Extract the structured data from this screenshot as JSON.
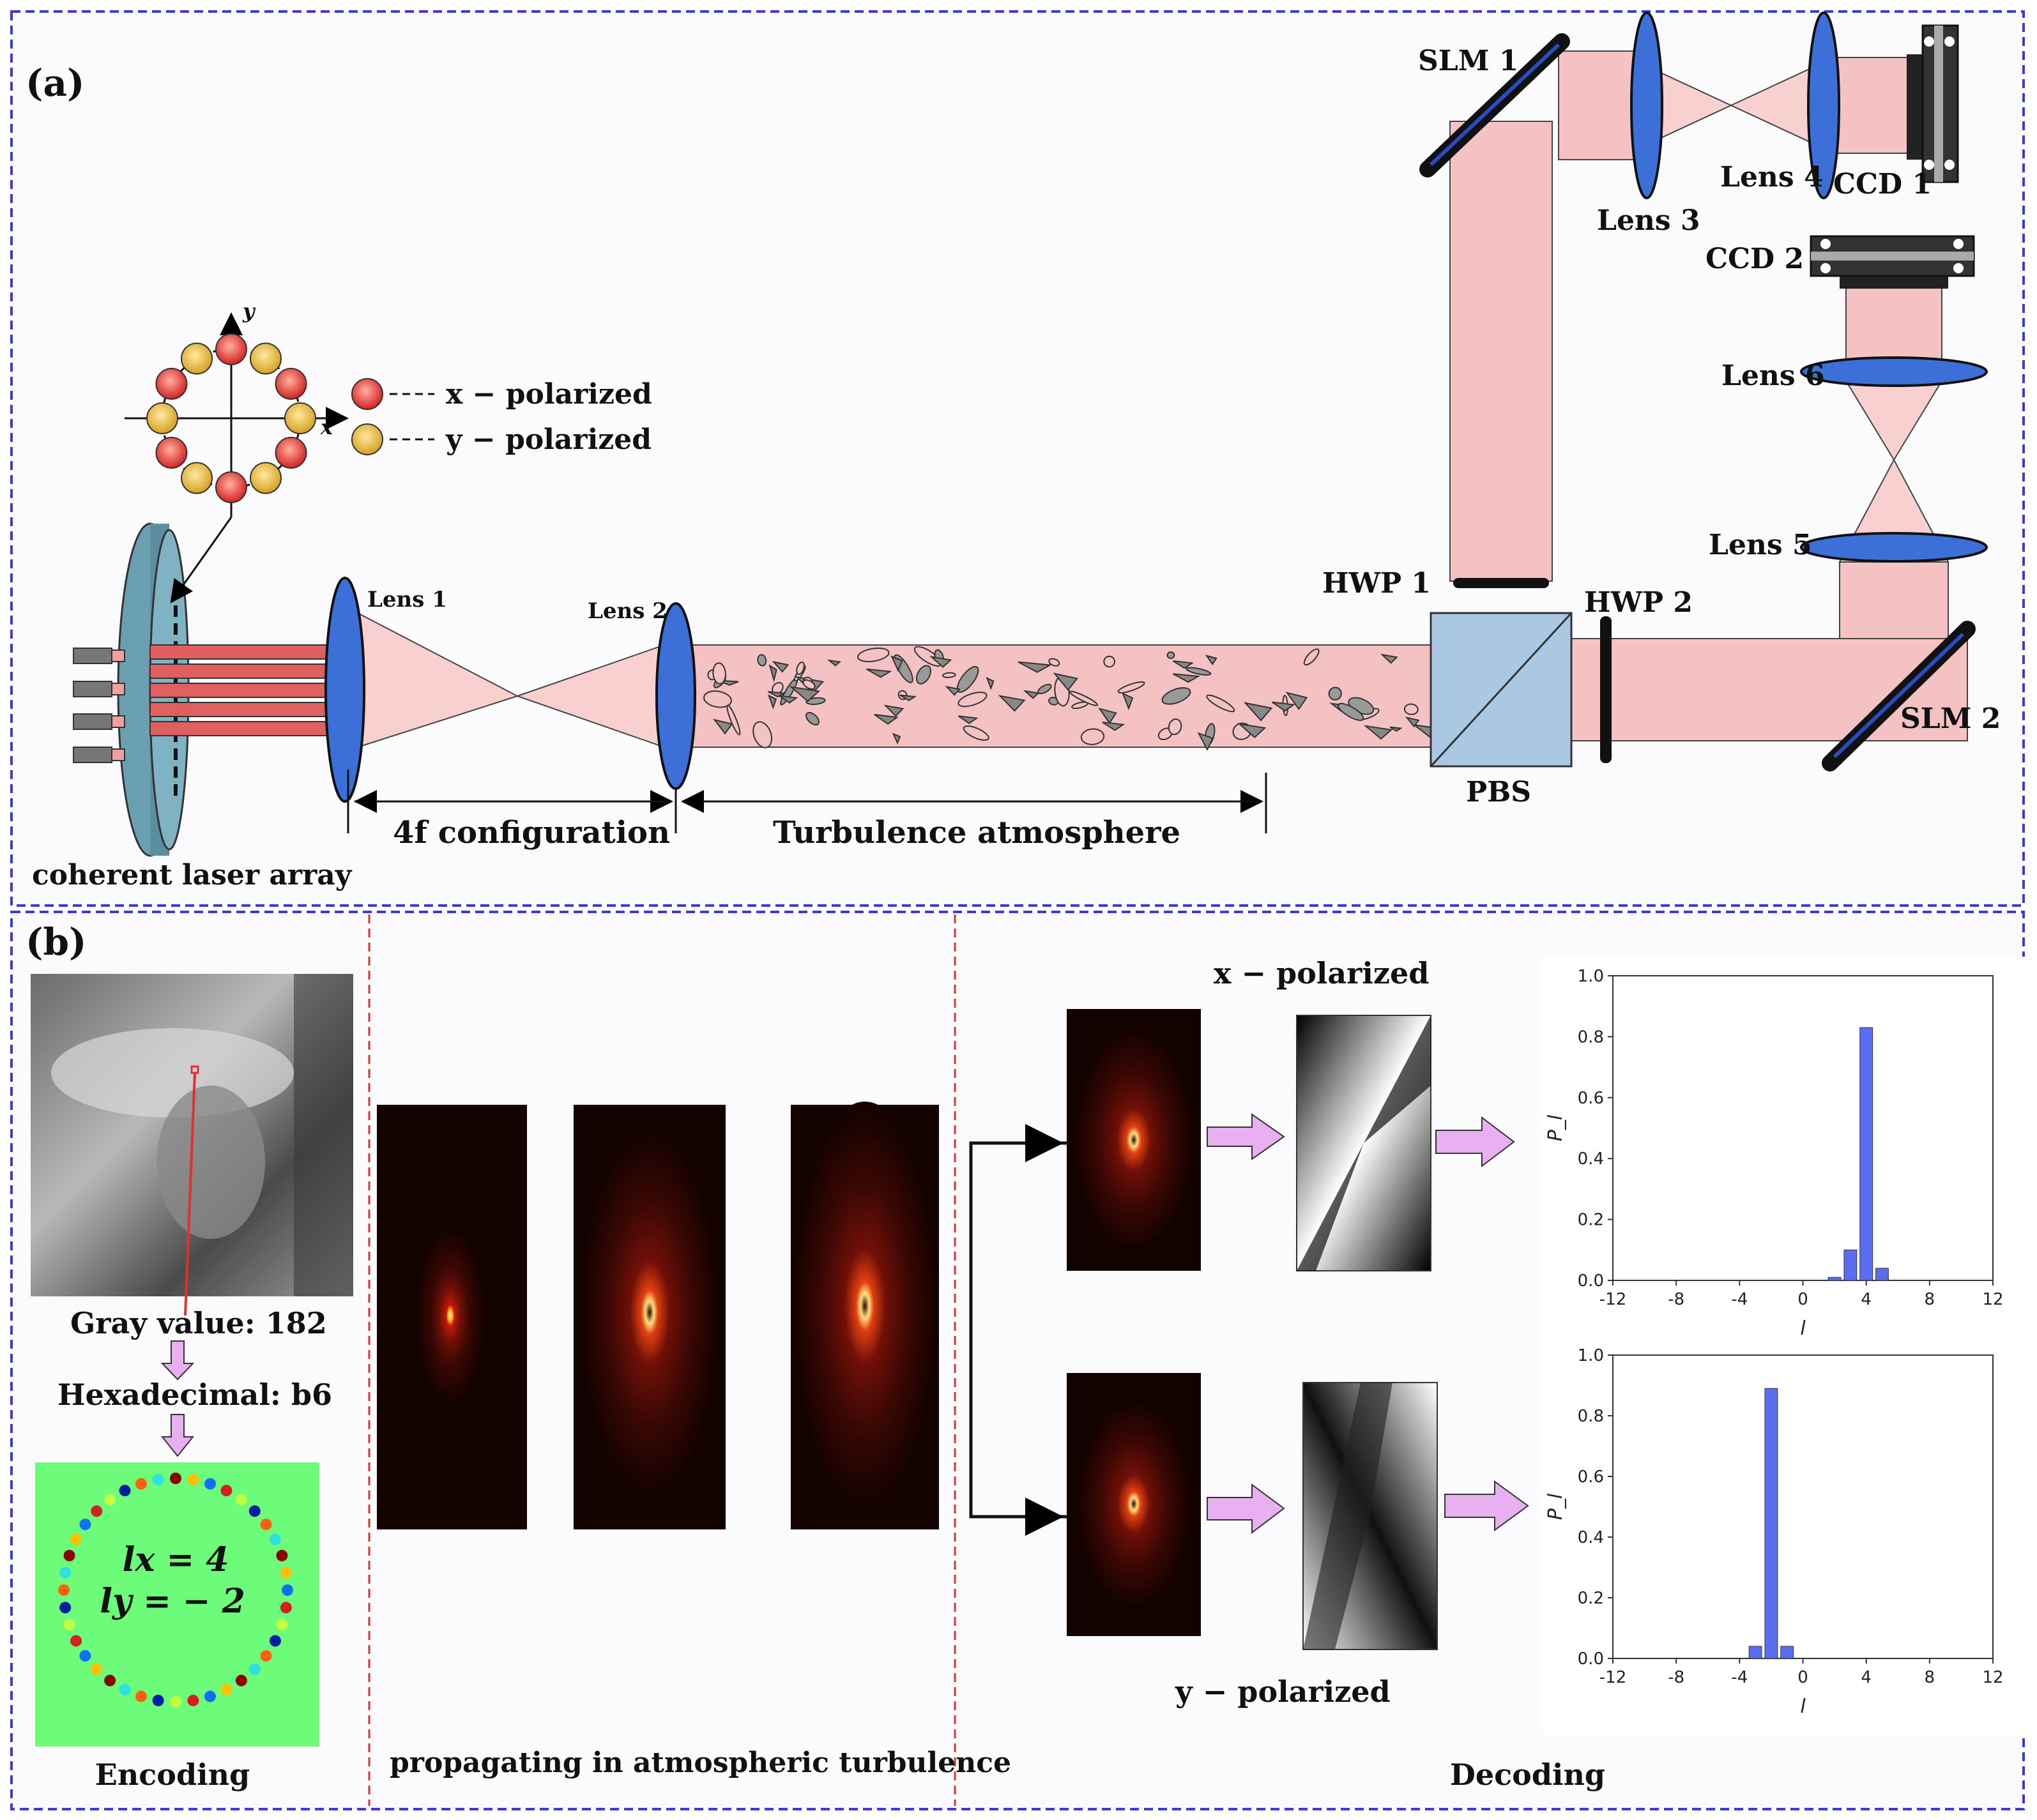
{
  "panel_a": {
    "tag": "(a)",
    "labels": {
      "slm1": "SLM 1",
      "slm2": "SLM 2",
      "lens1": "Lens 1",
      "lens2": "Lens 2",
      "lens3": "Lens 3",
      "lens4": "Lens 4",
      "lens5": "Lens 5",
      "lens6": "Lens 6",
      "ccd1": "CCD 1",
      "ccd2": "CCD 2",
      "hwp1": "HWP 1",
      "hwp2": "HWP 2",
      "pbs": "PBS",
      "fourf": "4f  configuration",
      "turb": "Turbulence atmosphere",
      "laser": "coherent laser array",
      "xpol": "x − polarized",
      "ypol": "y − polarized",
      "axis_x": "x",
      "axis_y": "y"
    }
  },
  "panel_b": {
    "tag": "(b)",
    "gray": "Gray value:  182",
    "hex": "Hexadecimal:  b6",
    "lx": "lx = 4",
    "ly": "ly = − 2",
    "encoding": "Encoding",
    "propagating": "propagating in atmospheric turbulence",
    "decoding": "Decoding",
    "xpol": "x − polarized",
    "ypol": "y − polarized"
  },
  "colors": {
    "beam": "#f4c2c2",
    "lens": "#3d6fd8",
    "border": "#3a3ad6",
    "divider": "#e03030",
    "bars": "#5a6cf0",
    "arrow": "#e8b0f0",
    "encode_bg": "#6dfb7a",
    "pbs": "#aac8e4",
    "disk": "#6aa0b2"
  },
  "chart_data": [
    {
      "type": "bar",
      "title": "",
      "xlabel": "l",
      "ylabel": "P_l",
      "xlim": [
        -12,
        12
      ],
      "ylim": [
        0,
        1.0
      ],
      "xticks": [
        "-12",
        "-8",
        "-4",
        "0",
        "4",
        "8",
        "12"
      ],
      "yticks": [
        "0.0",
        "0.2",
        "0.4",
        "0.6",
        "0.8",
        "1.0"
      ],
      "x": [
        2,
        3,
        4,
        5
      ],
      "values": [
        0.01,
        0.1,
        0.83,
        0.04
      ]
    },
    {
      "type": "bar",
      "title": "",
      "xlabel": "l",
      "ylabel": "P_l",
      "xlim": [
        -12,
        12
      ],
      "ylim": [
        0,
        1.0
      ],
      "xticks": [
        "-12",
        "-8",
        "-4",
        "0",
        "4",
        "8",
        "12"
      ],
      "yticks": [
        "0.0",
        "0.2",
        "0.4",
        "0.6",
        "0.8",
        "1.0"
      ],
      "x": [
        -3,
        -2,
        -1
      ],
      "values": [
        0.04,
        0.89,
        0.04
      ]
    }
  ]
}
